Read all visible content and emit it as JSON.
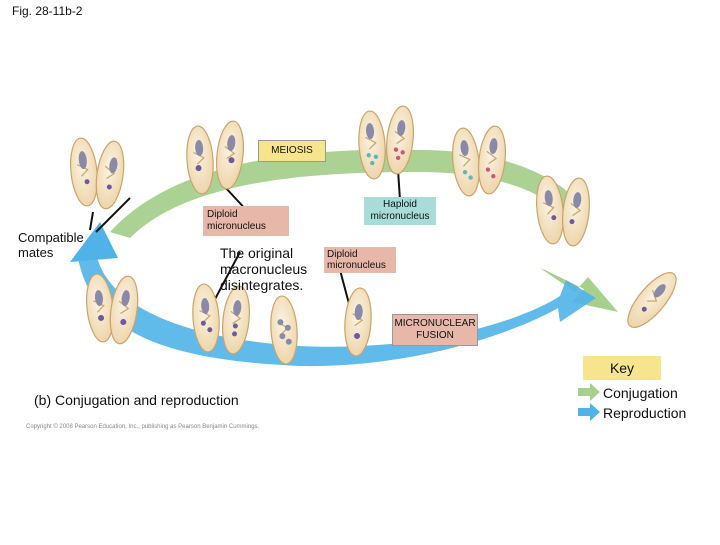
{
  "figure_label": "Fig. 28-11b-2",
  "labels": {
    "compatible_mates": "Compatible mates",
    "meiosis": "MEIOSIS",
    "diploid_micronucleus_1": "Diploid micronucleus",
    "haploid_micronucleus": "Haploid micronucleus",
    "diploid_micronucleus_2": "Diploid micronucleus",
    "macronucleus_disintegrates": "The original macronucleus disintegrates.",
    "micronuclear_fusion": "MICRONUCLEAR FUSION"
  },
  "caption": "(b) Conjugation and reproduction",
  "key": {
    "title": "Key",
    "conjugation": "Conjugation",
    "reproduction": "Reproduction",
    "conjugation_color": "#a8d08d",
    "reproduction_color": "#4fb3e8"
  },
  "copyright": "Copyright © 2008 Pearson Education, Inc., publishing as Pearson Benjamin Cummings.",
  "colors": {
    "cell_fill": "#f5e6c8",
    "cell_stroke": "#c9a46a",
    "macronucleus": "#8a8aa8",
    "micronucleus": "#6e5a9a",
    "haploid_dot_teal": "#5fb8b8",
    "haploid_dot_pink": "#c65a7a"
  }
}
